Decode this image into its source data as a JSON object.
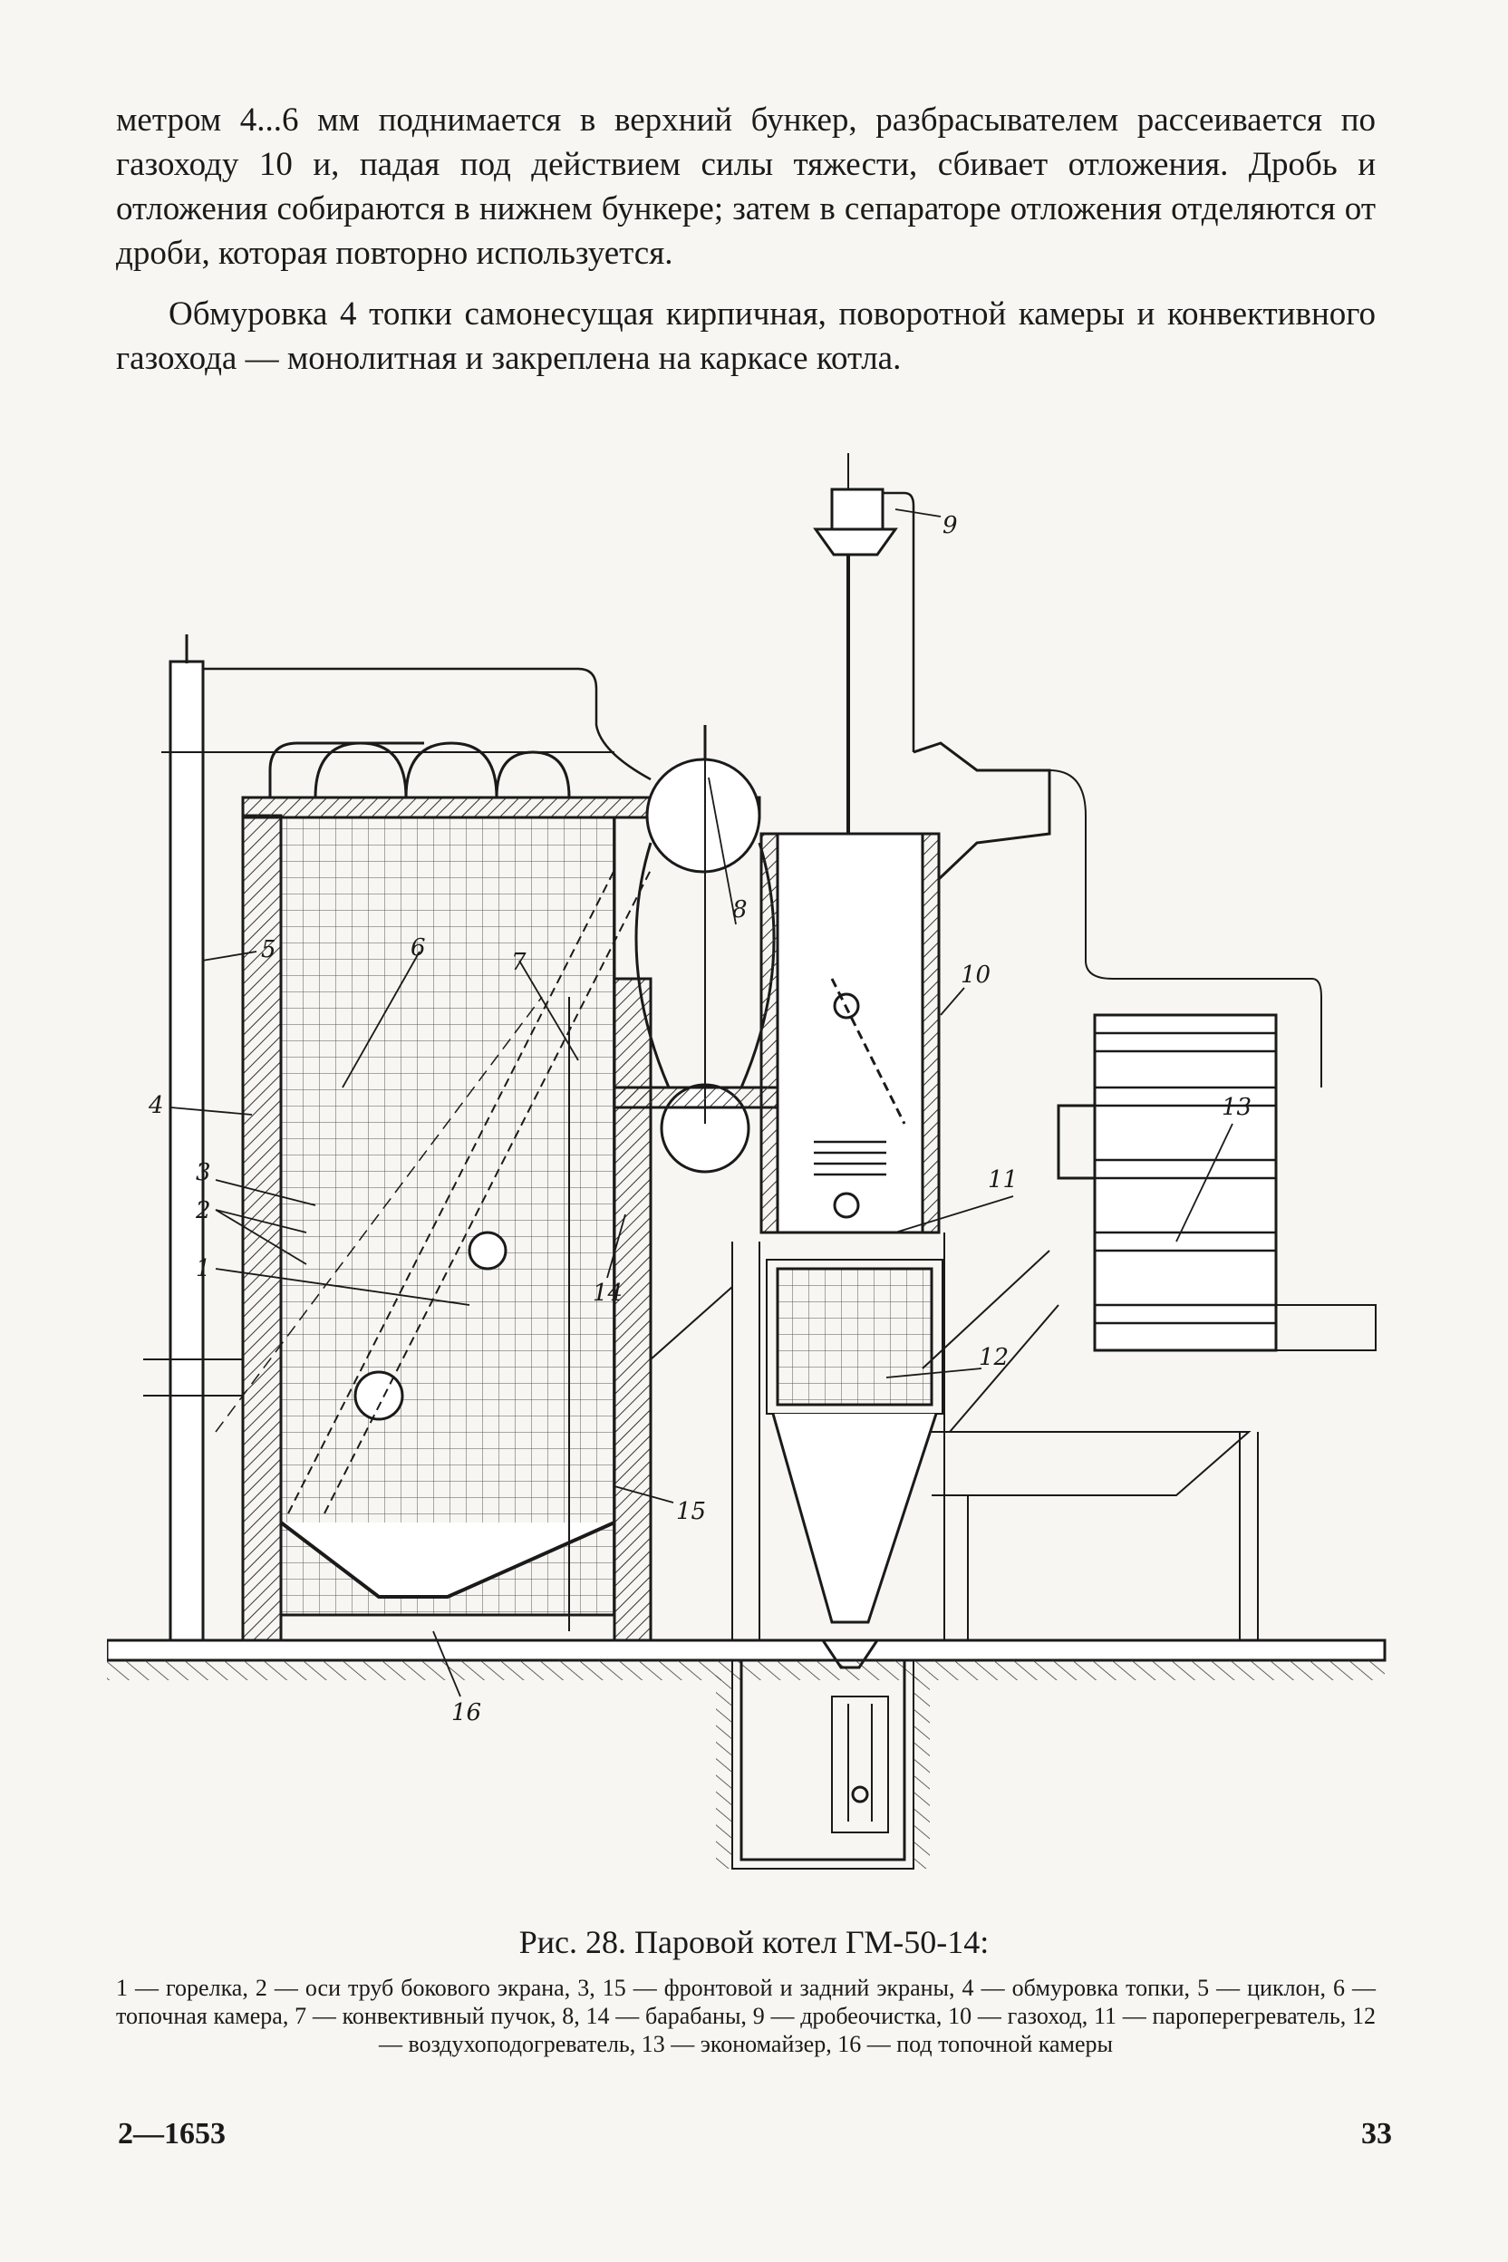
{
  "body_text": {
    "paragraph_1": "метром 4...6 мм поднимается в верхний бункер, разбрасывателем рассеивается по газоходу 10 и, падая под действием силы тяжести, сбивает отложения. Дробь и отложения собираются в нижнем бункере; затем в сепараторе отложения отделяются от дроби, которая повторно используется.",
    "paragraph_2": "Обмуровка 4 топки самонесущая кирпичная, поворотной камеры и конвективного газохода — монолитная и закреплена на каркасе котла."
  },
  "figure": {
    "labels": {
      "l1": "1",
      "l2": "2",
      "l3": "3",
      "l4": "4",
      "l5": "5",
      "l6": "6",
      "l7": "7",
      "l8": "8",
      "l9": "9",
      "l10": "10",
      "l11": "11",
      "l12": "12",
      "l13": "13",
      "l14": "14",
      "l15": "15",
      "l16": "16"
    },
    "caption_title": "Рис. 28. Паровой котел ГМ-50-14:",
    "legend": "1 — горелка, 2 — оси труб бокового экрана, 3, 15 — фронтовой и задний экраны, 4 — обмуровка топки, 5 — циклон, 6 — топочная камера, 7 — конвективный пучок, 8, 14 — барабаны, 9 — дробеочистка, 10 — газоход, 11 — пароперегреватель, 12 — воздухоподогреватель, 13 — экономайзер, 16 — под топочной камеры"
  },
  "footer": {
    "signature": "2—1653",
    "page_number": "33"
  }
}
